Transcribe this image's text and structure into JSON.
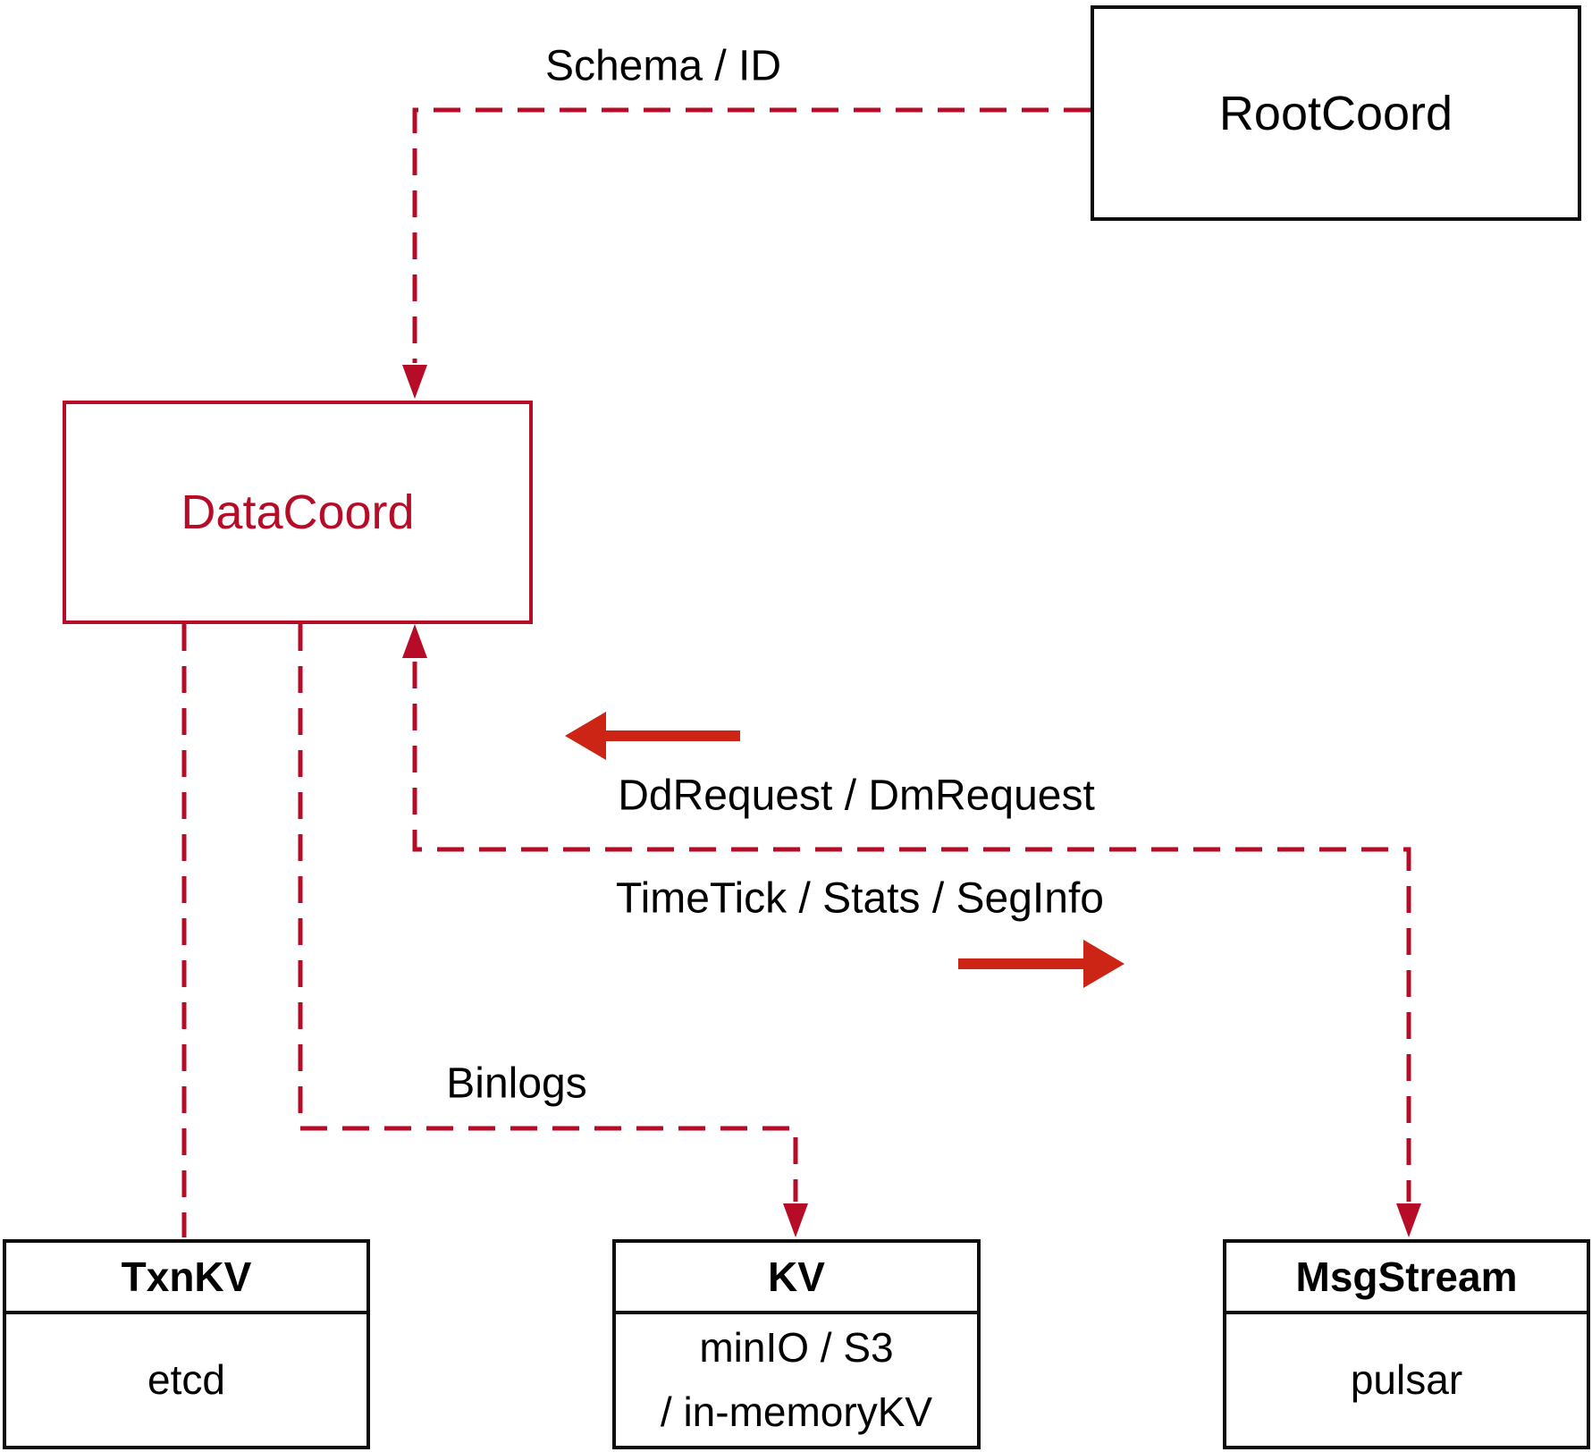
{
  "diagram": {
    "nodes": {
      "rootcoord": {
        "label": "RootCoord"
      },
      "datacoord": {
        "label": "DataCoord"
      },
      "txnkv": {
        "title": "TxnKV",
        "body": "etcd"
      },
      "kv": {
        "title": "KV",
        "body_line1": "minIO / S3",
        "body_line2": "/ in-memoryKV"
      },
      "msgstream": {
        "title": "MsgStream",
        "body": "pulsar"
      }
    },
    "edges": {
      "schema_id": {
        "label": "Schema / ID"
      },
      "dd_dm": {
        "label": "DdRequest / DmRequest"
      },
      "timetick": {
        "label": "TimeTick / Stats / SegInfo"
      },
      "binlogs": {
        "label": "Binlogs"
      }
    },
    "colors": {
      "crimson": "#b60c27",
      "arrow_red": "#cc2415",
      "box_black": "#0d0d0d",
      "text_black": "#000000",
      "background": "#ffffff"
    }
  }
}
